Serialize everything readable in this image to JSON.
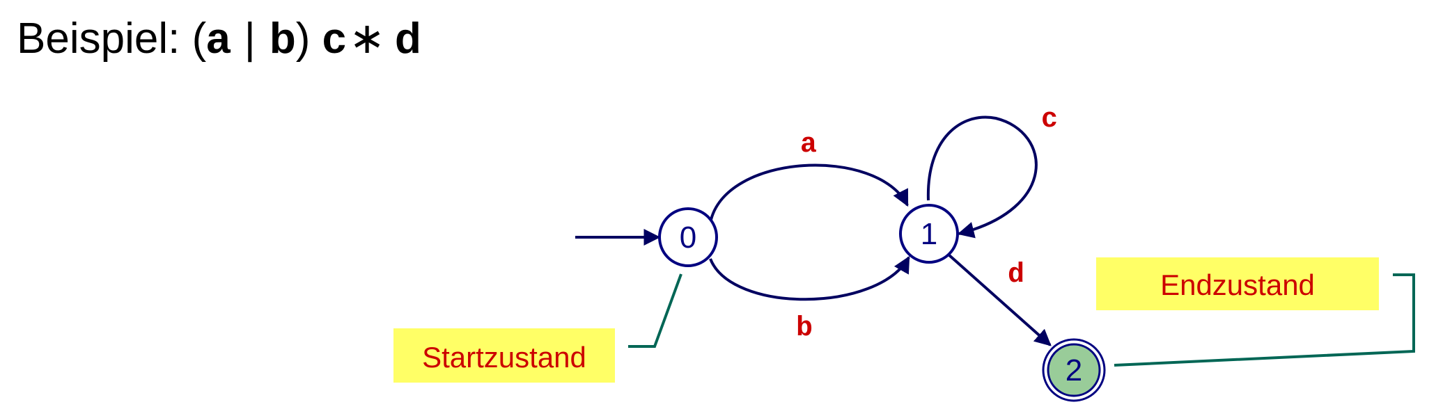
{
  "title": {
    "prefix": "Beispiel: (",
    "a": "a",
    "bar": "|",
    "b": "b",
    "close": ")",
    "c": "c",
    "star": "∗",
    "d": "d"
  },
  "states": [
    {
      "id": "0",
      "label": "0"
    },
    {
      "id": "1",
      "label": "1"
    },
    {
      "id": "2",
      "label": "2"
    }
  ],
  "transitions": [
    {
      "from": "0",
      "to": "1",
      "label": "a"
    },
    {
      "from": "0",
      "to": "1",
      "label": "b"
    },
    {
      "from": "1",
      "to": "1",
      "label": "c"
    },
    {
      "from": "1",
      "to": "2",
      "label": "d"
    }
  ],
  "annotations": {
    "start": "Startzustand",
    "end": "Endzustand"
  },
  "colors": {
    "edge": "#000060",
    "state_stroke": "#000080",
    "accept_fill": "#99cc99",
    "edge_label": "#cc0000",
    "note_bg": "#ffff66",
    "note_text": "#cc0000",
    "note_line": "#006655"
  }
}
